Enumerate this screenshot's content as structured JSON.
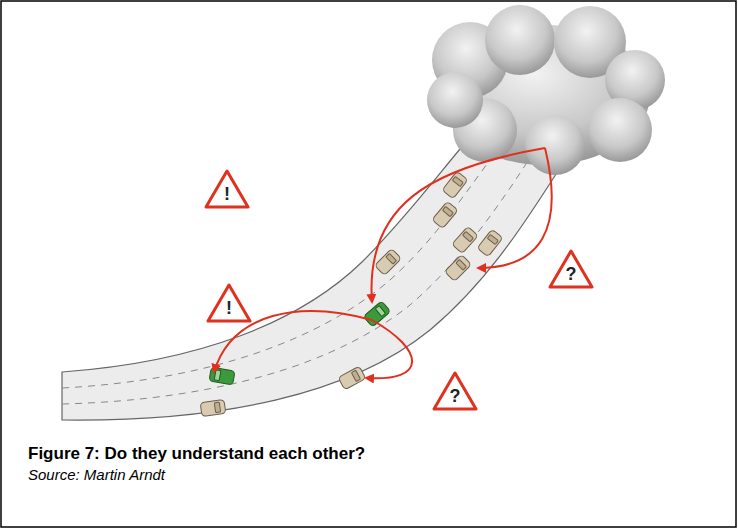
{
  "diagram": {
    "caption": "Figure 7: Do they understand each other?",
    "nodes": [
      {
        "text": [
          "!"
        ]
      },
      {
        "text": [
          "?"
        ]
      },
      {
        "text": [
          "!"
        ]
      },
      {
        "text": [
          "?"
        ]
      }
    ],
    "labels": [
      "Source: Martin Arndt"
    ]
  }
}
